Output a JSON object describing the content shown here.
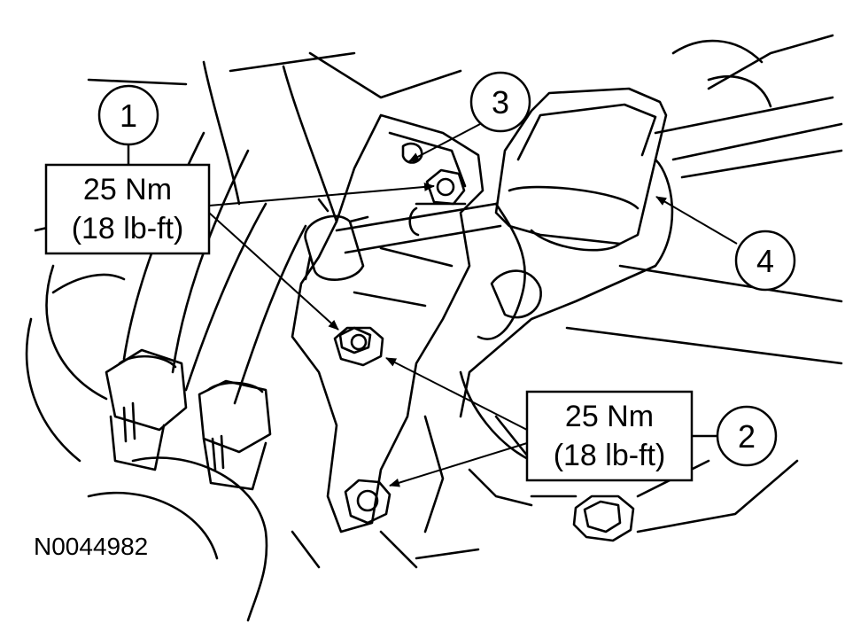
{
  "figure_id": "N0044982",
  "callouts": [
    {
      "number": "1",
      "torque_nm": "25 Nm",
      "torque_lbft": "(18 lb-ft)"
    },
    {
      "number": "2",
      "torque_nm": "25 Nm",
      "torque_lbft": "(18 lb-ft)"
    },
    {
      "number": "3"
    },
    {
      "number": "4"
    }
  ]
}
